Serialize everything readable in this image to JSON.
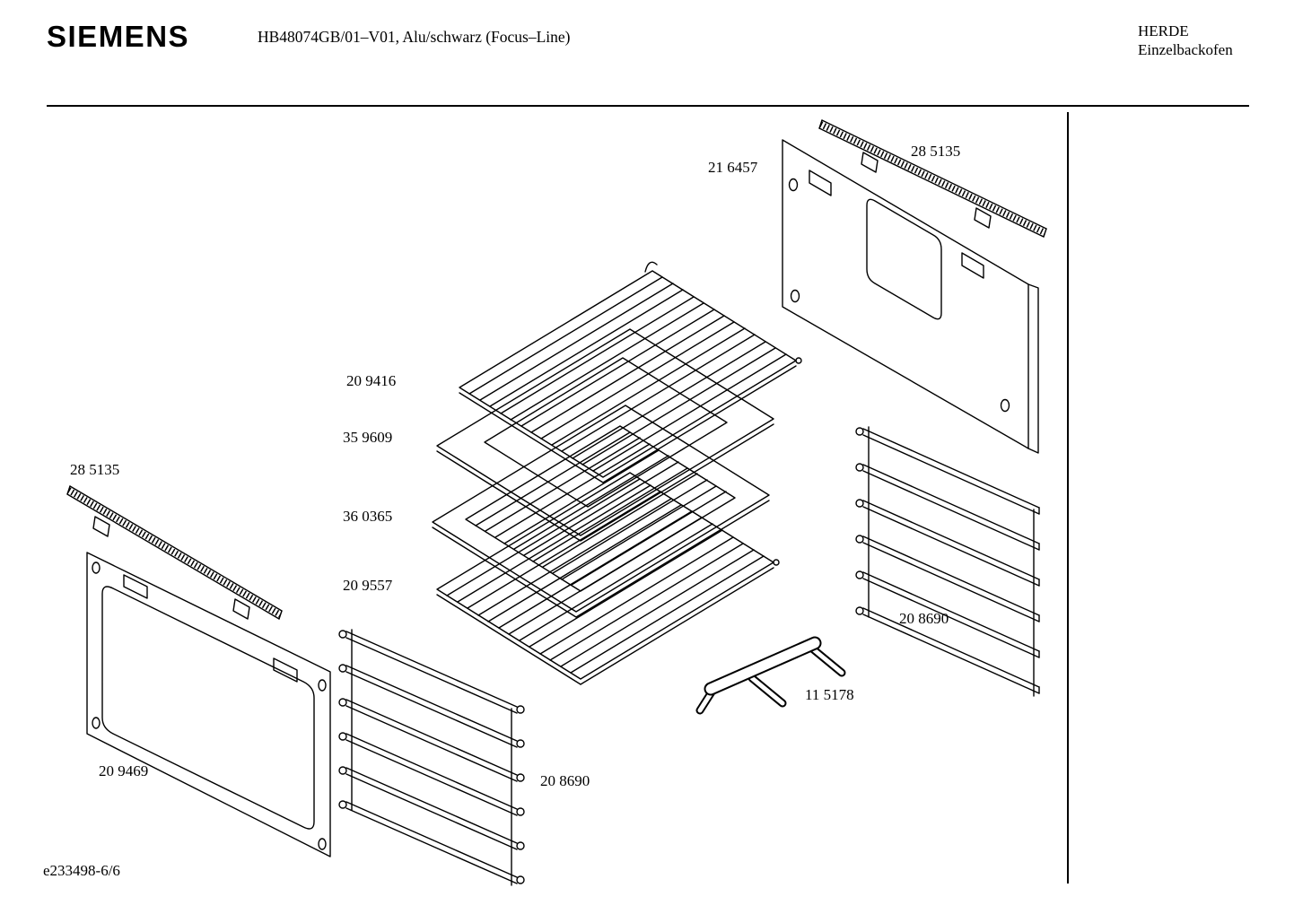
{
  "header": {
    "brand": "SIEMENS",
    "model": "HB48074GB/01–V01, Alu/schwarz (Focus–Line)",
    "category_line1": "HERDE",
    "category_line2": "Einzelbackofen"
  },
  "footer": {
    "doc_code": "e233498-6/6"
  },
  "colors": {
    "ink": "#000000",
    "paper": "#ffffff"
  },
  "part_labels": {
    "rail_top_right": "28 5135",
    "rear_panel": "21 6457",
    "wire_shelf_upper": "20 9416",
    "baking_tray": "35 9609",
    "grill_insert": "36 0365",
    "wire_shelf_lower": "20 9557",
    "rail_left": "28 5135",
    "side_rack_right": "20 8690",
    "door_handle": "11 5178",
    "door_panel": "20 9469",
    "side_rack_left": "20 8690"
  }
}
